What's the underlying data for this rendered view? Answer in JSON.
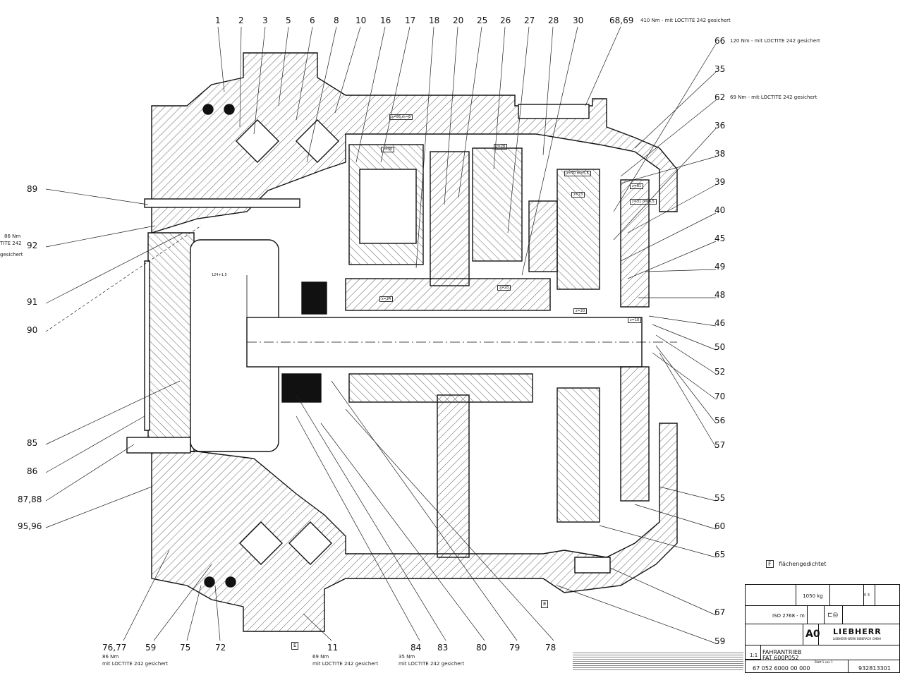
{
  "top_labels": [
    "1",
    "2",
    "3",
    "5",
    "6",
    "8",
    "10",
    "16",
    "17",
    "18",
    "20",
    "25",
    "26",
    "27",
    "28",
    "30",
    "68,69"
  ],
  "right_labels": [
    "66",
    "35",
    "62",
    "36",
    "38",
    "39",
    "40",
    "45",
    "49",
    "48",
    "46",
    "50",
    "52",
    "70",
    "56",
    "57",
    "55",
    "60",
    "65",
    "67",
    "59"
  ],
  "left_labels": [
    "89",
    "92",
    "91",
    "90",
    "85",
    "86",
    "87,88",
    "95,96"
  ],
  "bottom_labels": [
    "76,77",
    "59",
    "75",
    "72",
    "11",
    "84",
    "83",
    "80",
    "79",
    "78"
  ],
  "notes": {
    "n68_69": "410 Nm - mit LOCTITE 242 gesichert",
    "n66": "120 Nm - mit LOCTITE 242 gesichert",
    "n62": "69 Nm - mit LOCTITE 242 gesichert",
    "n92_a": "86 Nm",
    "n92_b": "TITE 242",
    "n92_c": "gesichert",
    "n76_a": "86 Nm",
    "n76_b": "mit LOCTITE 242 gesichert",
    "n11_a": "69 Nm",
    "n11_b": "mit LOCTITE 242 gesichert",
    "n84_a": "35 Nm",
    "n84_b": "mit LOCTITE 242 gesichert",
    "flaechen_marker": "F",
    "flaechen_text": "flächengedichtet",
    "e_marker": "E"
  },
  "gear_tags": [
    "z=86 m=6",
    "z=30",
    "z=28",
    "z=24",
    "z=28",
    "z=70 m=5,5",
    "z=23",
    "z=81",
    "z=31 m=4,5",
    "z=20",
    "z=18"
  ],
  "dimension": "124+1,5",
  "title_block": {
    "weight": "1050 kg",
    "index": "0 3",
    "tolerance": "ISO 2768 - m",
    "format": "A0",
    "brand": "LIEBHERR",
    "company": "LIEBHERR-WERK BIBERACH GMBH",
    "scale": "1:1",
    "title_1": "FAHRANTRIEB",
    "title_2": "FAT 600P052",
    "drawing_no": "67 052 6000 00 000",
    "sheet": "Blatt 1 von 1",
    "id_no": "932813301"
  }
}
